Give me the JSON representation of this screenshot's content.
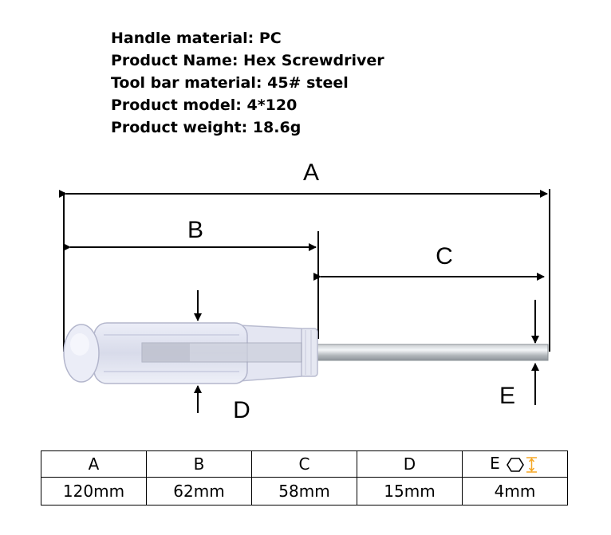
{
  "specs": [
    "Handle material: PC",
    "Product Name: Hex Screwdriver",
    "Tool bar material: 45# steel",
    "Product model: 4*120",
    "Product weight: 18.6g"
  ],
  "dimension_labels": {
    "a": "A",
    "b": "B",
    "c": "C",
    "d": "D",
    "e": "E"
  },
  "table": {
    "headers": [
      "A",
      "B",
      "C",
      "D",
      "E"
    ],
    "values": [
      "120mm",
      "62mm",
      "58mm",
      "15mm",
      "4mm"
    ]
  },
  "colors": {
    "hex_icon_accent": "#f5a623"
  },
  "icons": {
    "e_header": "hex-size-icon"
  }
}
